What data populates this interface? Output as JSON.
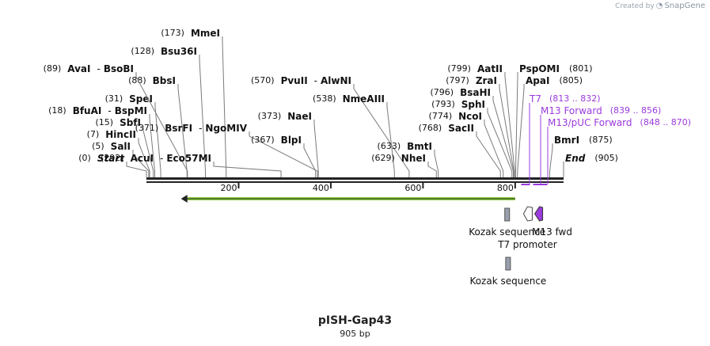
{
  "credit": {
    "prefix": "Created by",
    "brand": "SnapGene"
  },
  "title": "pISH-Gap43",
  "length_label": "905 bp",
  "sequence_length": 905,
  "ruler": {
    "ticks": [
      200,
      400,
      600,
      800
    ]
  },
  "sites": [
    {
      "pos": "(0)",
      "name": "Start",
      "bp": 0,
      "italic": true
    },
    {
      "pos": "(5)",
      "name": "SalI",
      "bp": 5
    },
    {
      "pos": "(7)",
      "name": "HincII",
      "bp": 7
    },
    {
      "pos": "(15)",
      "name": "SbfI",
      "bp": 15
    },
    {
      "pos": "(18)",
      "name": "BfuAI",
      "name2": "BspMI",
      "bp": 18
    },
    {
      "pos": "(31)",
      "name": "SpeI",
      "bp": 31
    },
    {
      "pos": "(88)",
      "name": "BbsI",
      "bp": 88
    },
    {
      "pos": "(89)",
      "name": "AvaI",
      "name2": "BsoBI",
      "bp": 89
    },
    {
      "pos": "(128)",
      "name": "Bsu36I",
      "bp": 128
    },
    {
      "pos": "(173)",
      "name": "MmeI",
      "bp": 173
    },
    {
      "pos": "(292)",
      "name": "AcuI",
      "name2": "Eco57MI",
      "bp": 292
    },
    {
      "pos": "(371)",
      "name": "BsrFI",
      "name2": "NgoMIV",
      "bp": 371
    },
    {
      "pos": "(367)",
      "name": "BlpI",
      "bp": 367
    },
    {
      "pos": "(373)",
      "name": "NaeI",
      "bp": 373
    },
    {
      "pos": "(570)",
      "name": "PvuII",
      "name2": "AlwNI",
      "bp": 570
    },
    {
      "pos": "(538)",
      "name": "NmeAIII",
      "bp": 538
    },
    {
      "pos": "(633)",
      "name": "BmtI",
      "bp": 633
    },
    {
      "pos": "(629)",
      "name": "NheI",
      "bp": 629
    },
    {
      "pos": "(768)",
      "name": "SacII",
      "bp": 768
    },
    {
      "pos": "(774)",
      "name": "NcoI",
      "bp": 774
    },
    {
      "pos": "(793)",
      "name": "SphI",
      "bp": 793
    },
    {
      "pos": "(796)",
      "name": "BsaHI",
      "bp": 796
    },
    {
      "pos": "(797)",
      "name": "ZraI",
      "bp": 797
    },
    {
      "pos": "(799)",
      "name": "AatII",
      "bp": 799
    },
    {
      "pos": "(801)",
      "name": "PspOMI",
      "bp": 801,
      "label_right": true
    },
    {
      "pos": "(805)",
      "name": "ApaI",
      "bp": 805,
      "label_right": true
    },
    {
      "pos": "(875)",
      "name": "BmrI",
      "bp": 875,
      "label_right": true
    },
    {
      "pos": "(905)",
      "name": "End",
      "bp": 905,
      "italic": true,
      "label_right": true
    }
  ],
  "primers": [
    {
      "name": "T7",
      "range": "(813 .. 832)",
      "start": 813,
      "end": 832
    },
    {
      "name": "M13 Forward",
      "range": "(839 .. 856)",
      "start": 839,
      "end": 856
    },
    {
      "name": "M13/pUC Forward",
      "range": "(848 .. 870)",
      "start": 848,
      "end": 870
    }
  ],
  "features": [
    {
      "name": "green-orf",
      "label": "",
      "start": 75,
      "end": 800,
      "color": "#8fd13f",
      "direction": "reverse"
    },
    {
      "name": "kozak-1",
      "label": "Kozak sequence",
      "start": 774,
      "end": 784,
      "color": "#9aa0ad"
    },
    {
      "name": "t7-promoter",
      "label": "T7 promoter",
      "start": 813,
      "end": 832,
      "color": "#ffffff",
      "direction": "forward"
    },
    {
      "name": "m13-fwd",
      "label": "M13 fwd",
      "start": 839,
      "end": 856,
      "color": "#9b3bdc",
      "direction": "reverse"
    },
    {
      "name": "kozak-2",
      "label": "Kozak sequence",
      "start": 776,
      "end": 786,
      "color": "#9aa0ad"
    }
  ],
  "colors": {
    "primer": "#9b3bdc",
    "text": "#111111",
    "site_line": "#7a7a7a"
  }
}
